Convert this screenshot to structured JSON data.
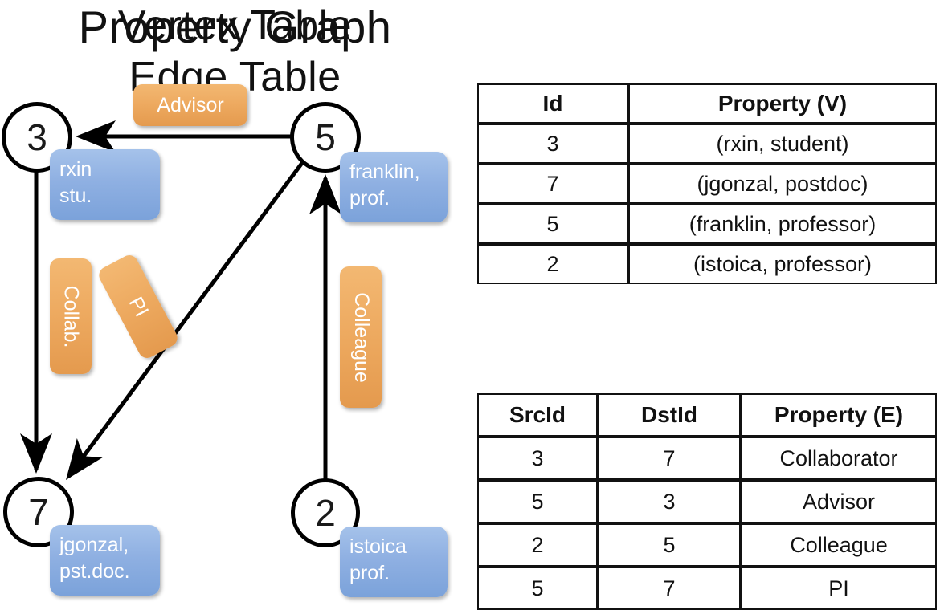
{
  "graph": {
    "title": "Property Graph",
    "nodes": [
      {
        "id": "3",
        "label_line1": "rxin",
        "label_line2": "stu."
      },
      {
        "id": "5",
        "label_line1": "franklin,",
        "label_line2": "prof."
      },
      {
        "id": "7",
        "label_line1": "jgonzal,",
        "label_line2": "pst.doc."
      },
      {
        "id": "2",
        "label_line1": "istoica",
        "label_line2": "prof."
      }
    ],
    "edge_labels": [
      {
        "name": "advisor",
        "text": "Advisor"
      },
      {
        "name": "collab",
        "text": "Collab."
      },
      {
        "name": "pi",
        "text": "PI"
      },
      {
        "name": "colleague",
        "text": "Colleague"
      }
    ]
  },
  "vertex_table": {
    "title": "Vertex Table",
    "headers": [
      "Id",
      "Property (V)"
    ],
    "rows": [
      {
        "id": "3",
        "property": "(rxin, student)"
      },
      {
        "id": "7",
        "property": "(jgonzal, postdoc)"
      },
      {
        "id": "5",
        "property": "(franklin, professor)"
      },
      {
        "id": "2",
        "property": "(istoica, professor)"
      }
    ]
  },
  "edge_table": {
    "title": "Edge Table",
    "headers": [
      "SrcId",
      "DstId",
      "Property (E)"
    ],
    "rows": [
      {
        "src": "3",
        "dst": "7",
        "property": "Collaborator"
      },
      {
        "src": "5",
        "dst": "3",
        "property": "Advisor"
      },
      {
        "src": "2",
        "dst": "5",
        "property": "Colleague"
      },
      {
        "src": "5",
        "dst": "7",
        "property": "PI"
      }
    ]
  },
  "colors": {
    "vertex_cell": "#ccd9ee",
    "edge_cell": "#f6decb",
    "vertex_box": "#8fb0e2",
    "edge_box": "#eda95f",
    "stroke": "#000000"
  }
}
